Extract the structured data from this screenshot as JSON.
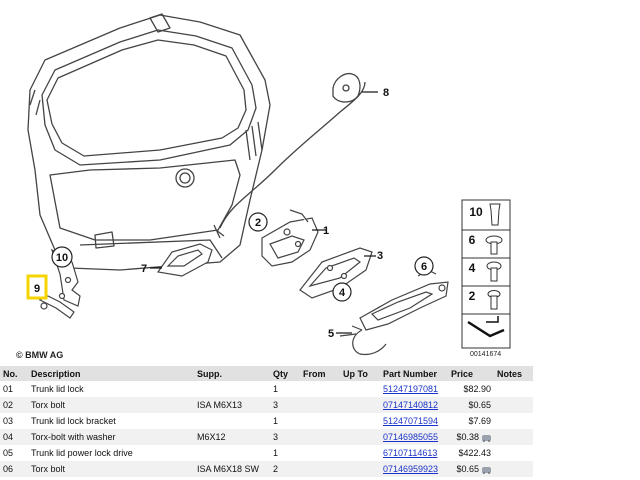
{
  "diagram": {
    "copyright": "© BMW AG",
    "diagram_id": "00141674",
    "callouts": [
      "8",
      "1",
      "2",
      "3",
      "4",
      "5",
      "6",
      "7",
      "9",
      "10"
    ],
    "legend_items": [
      "10",
      "6",
      "4",
      "2"
    ]
  },
  "table": {
    "headers": {
      "no": "No.",
      "description": "Description",
      "supp": "Supp.",
      "qty": "Qty",
      "from": "From",
      "up_to": "Up To",
      "part_number": "Part Number",
      "price": "Price",
      "notes": "Notes"
    },
    "rows": [
      {
        "no": "01",
        "description": "Trunk lid lock",
        "supp": "",
        "qty": "1",
        "from": "",
        "up_to": "",
        "part_number": "51247197081",
        "price": "$82.90",
        "has_cart_icon": false
      },
      {
        "no": "02",
        "description": "Torx bolt",
        "supp": "ISA M6X13",
        "qty": "3",
        "from": "",
        "up_to": "",
        "part_number": "07147140812",
        "price": "$0.65",
        "has_cart_icon": false
      },
      {
        "no": "03",
        "description": "Trunk lid lock bracket",
        "supp": "",
        "qty": "1",
        "from": "",
        "up_to": "",
        "part_number": "51247071594",
        "price": "$7.69",
        "has_cart_icon": false
      },
      {
        "no": "04",
        "description": "Torx-bolt with washer",
        "supp": "M6X12",
        "qty": "3",
        "from": "",
        "up_to": "",
        "part_number": "07146985055",
        "price": "$0.38",
        "has_cart_icon": true
      },
      {
        "no": "05",
        "description": "Trunk lid power lock drive",
        "supp": "",
        "qty": "1",
        "from": "",
        "up_to": "",
        "part_number": "67107114613",
        "price": "$422.43",
        "has_cart_icon": false
      },
      {
        "no": "06",
        "description": "Torx bolt",
        "supp": "ISA M6X18 SW",
        "qty": "2",
        "from": "",
        "up_to": "",
        "part_number": "07146959923",
        "price": "$0.65",
        "has_cart_icon": true
      }
    ]
  },
  "colors": {
    "header_bg": "#e1e1e1",
    "stripe_bg": "#f1f1f1",
    "link": "#1a33c7",
    "highlight": "#f5d400"
  }
}
